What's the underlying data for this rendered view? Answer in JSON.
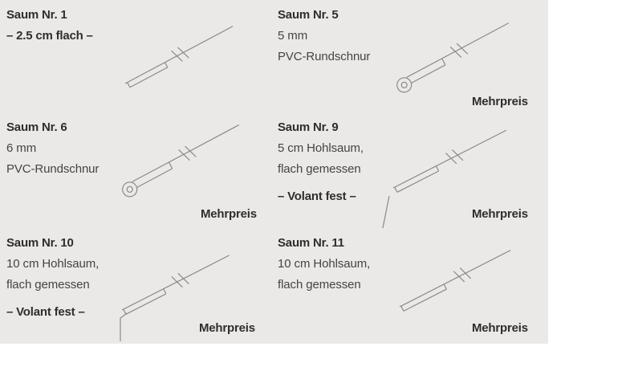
{
  "colors": {
    "panel_background": "#ebe9e7",
    "drawing_line": "#8a8a88",
    "text": "#2f2e2c"
  },
  "panels": [
    {
      "title": "Saum Nr. 1",
      "note": "– 2.5 cm flach –",
      "lines": [],
      "mehrpreis": "",
      "drawing": "flat-hem-diagram"
    },
    {
      "title": "Saum Nr. 5",
      "lines": [
        "5 mm",
        "PVC-Rundschnur"
      ],
      "note": "",
      "mehrpreis": "Mehrpreis",
      "drawing": "round-cord-hem-diagram"
    },
    {
      "title": "Saum Nr. 6",
      "lines": [
        "6 mm",
        "PVC-Rundschnur"
      ],
      "note": "",
      "mehrpreis": "Mehrpreis",
      "drawing": "round-cord-hem-diagram"
    },
    {
      "title": "Saum Nr. 9",
      "lines": [
        "5 cm Hohlsaum,",
        "flach gemessen"
      ],
      "note": "– Volant fest –",
      "mehrpreis": "Mehrpreis",
      "drawing": "hollow-hem-volant-diagram"
    },
    {
      "title": "Saum Nr. 10",
      "lines": [
        "10 cm Hohlsaum,",
        "flach gemessen"
      ],
      "note": "– Volant fest –",
      "mehrpreis": "Mehrpreis",
      "drawing": "hollow-hem-volant-diagram"
    },
    {
      "title": "Saum Nr. 11",
      "lines": [
        "10 cm Hohlsaum,",
        "flach gemessen"
      ],
      "note": "",
      "mehrpreis": "Mehrpreis",
      "drawing": "hollow-hem-diagram"
    }
  ]
}
